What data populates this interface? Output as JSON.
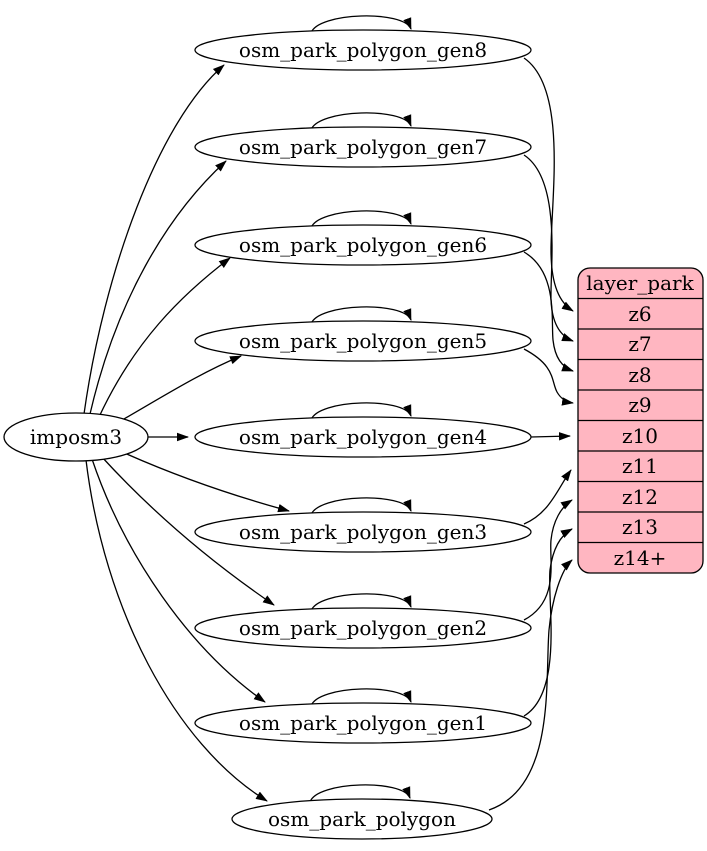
{
  "diagram": {
    "kind": "dependency-graph",
    "source": {
      "label": "imposm3"
    },
    "generalized_tables": [
      {
        "label": "osm_park_polygon_gen8",
        "target_zoom": "z6"
      },
      {
        "label": "osm_park_polygon_gen7",
        "target_zoom": "z7"
      },
      {
        "label": "osm_park_polygon_gen6",
        "target_zoom": "z8"
      },
      {
        "label": "osm_park_polygon_gen5",
        "target_zoom": "z9"
      },
      {
        "label": "osm_park_polygon_gen4",
        "target_zoom": "z10"
      },
      {
        "label": "osm_park_polygon_gen3",
        "target_zoom": "z11"
      },
      {
        "label": "osm_park_polygon_gen2",
        "target_zoom": "z12"
      },
      {
        "label": "osm_park_polygon_gen1",
        "target_zoom": "z13"
      },
      {
        "label": "osm_park_polygon",
        "target_zoom": "z14+"
      }
    ],
    "layer": {
      "title": "layer_park",
      "zoom_rows": [
        "z6",
        "z7",
        "z8",
        "z9",
        "z10",
        "z11",
        "z12",
        "z13",
        "z14+"
      ]
    },
    "colors": {
      "layer_fill": "#ffb6c1",
      "table_fill": "#ffffff",
      "stroke": "#000000",
      "background": "#ffffff"
    }
  }
}
